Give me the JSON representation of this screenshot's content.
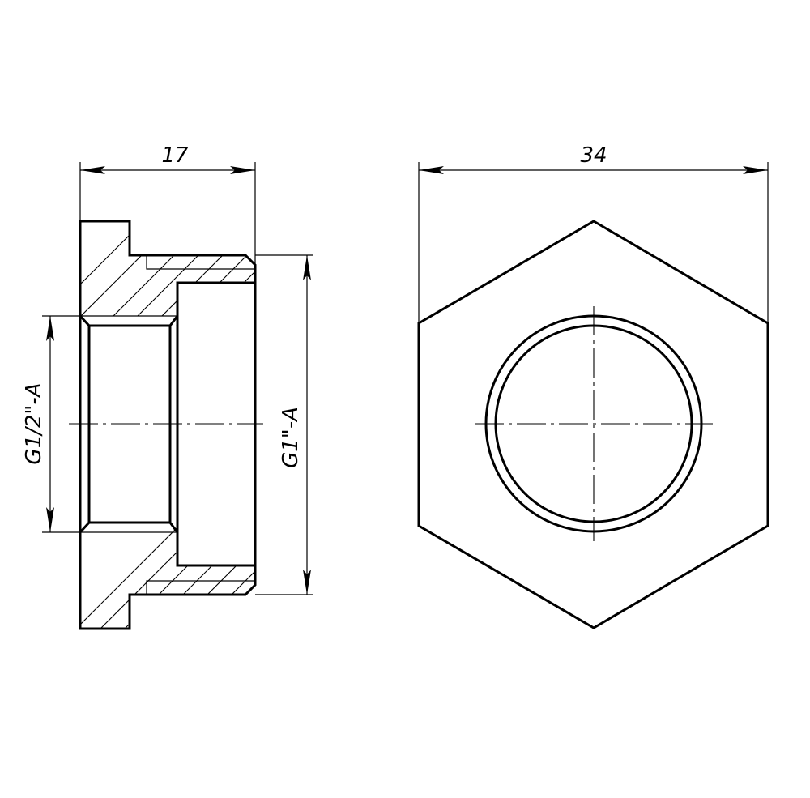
{
  "drawing": {
    "type": "technical-drawing",
    "subject": "Threaded reducer bushing (hex plug reducer)",
    "views": [
      {
        "name": "section-view",
        "description": "Longitudinal cross-section with hatching"
      },
      {
        "name": "end-view",
        "description": "Hexagonal end view with bore circles and center lines"
      }
    ],
    "colors": {
      "line": "#000000",
      "background": "#ffffff"
    }
  },
  "dimensions": {
    "length": {
      "value": "17",
      "label": "17"
    },
    "across_corners": {
      "value": "34",
      "label": "34"
    },
    "inner_thread": {
      "label": "G1/2\"-A"
    },
    "outer_thread": {
      "label": "G1\"-A"
    }
  }
}
